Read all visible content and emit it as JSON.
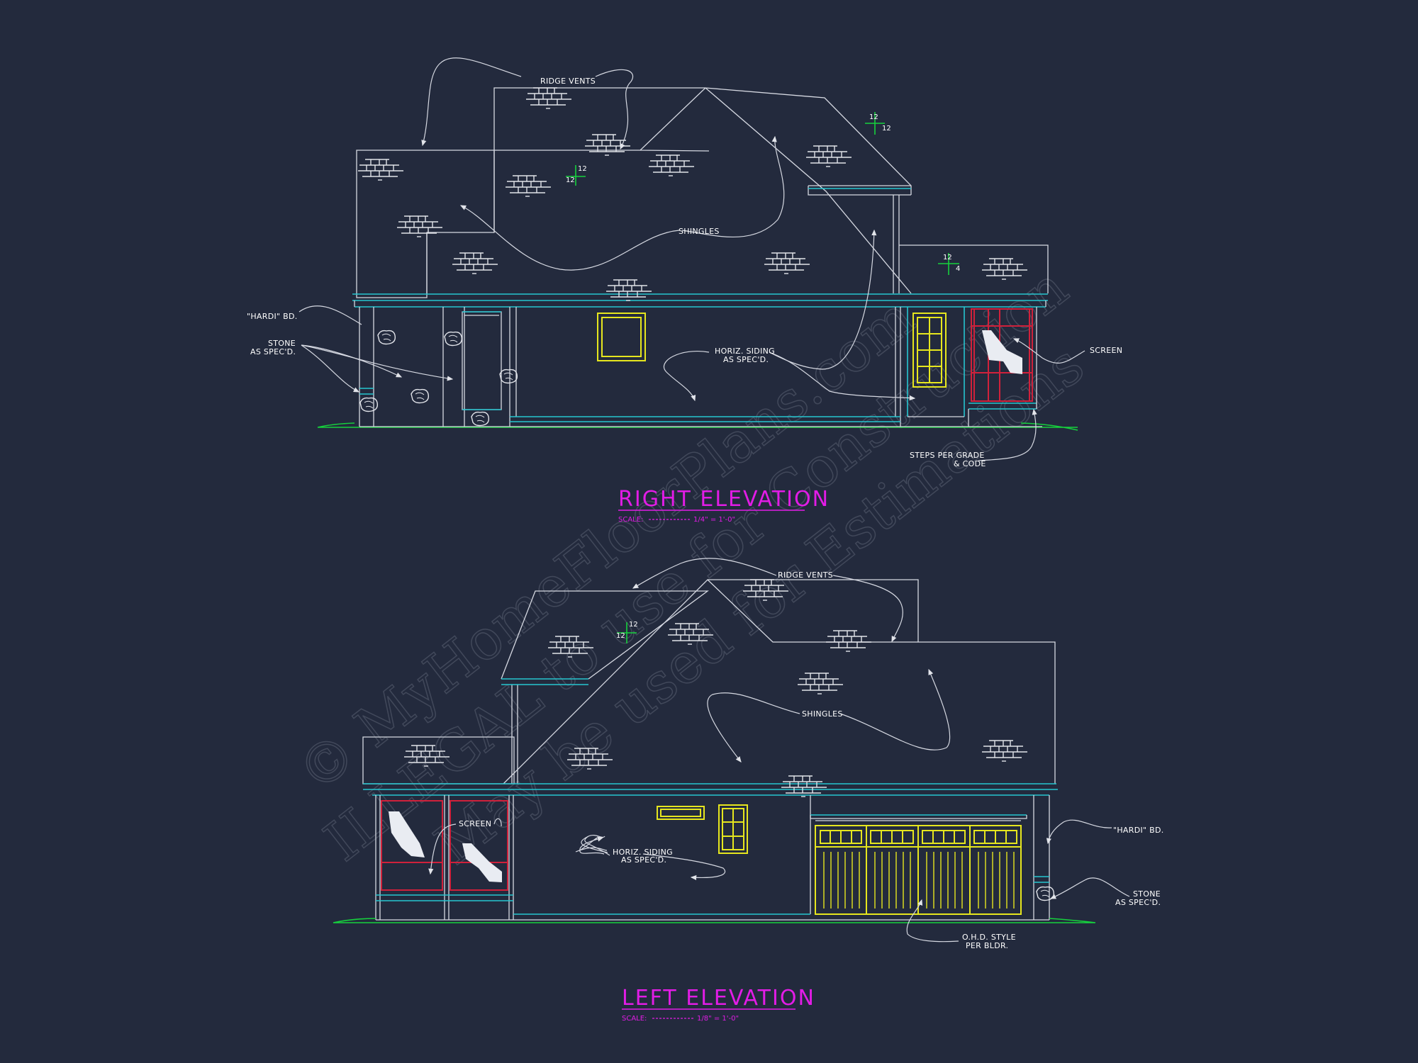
{
  "colors": {
    "background": "#232a3d",
    "line": "#d6d9e2",
    "trim": "#26c6d0",
    "window": "#e6e61e",
    "screen_frame": "#d0213b",
    "title": "#e21ce6",
    "pitch_mark": "#16d13d",
    "ground": "#16d13d",
    "watermark": "#5b6273"
  },
  "watermark": {
    "line1": "© MyHomeFloorPlans.com",
    "line2": "ILLEGAL to use for Construction",
    "line3": "May be used for Estimations"
  },
  "right_elevation": {
    "title": "RIGHT ELEVATION",
    "scale_label": "SCALE:",
    "scale_value": "1/4\" = 1'-0\"",
    "pitch_a_rise": "12",
    "pitch_a_run": "12",
    "pitch_b_rise": "12",
    "pitch_b_run": "12",
    "pitch_c_rise": "12",
    "pitch_c_run": "4",
    "labels": {
      "ridge_vents": "RIDGE VENTS",
      "shingles": "SHINGLES",
      "hardi_bd": "\"HARDI\" BD.",
      "stone_1": "STONE",
      "stone_2": "AS SPEC'D.",
      "horiz_siding_1": "HORIZ. SIDING",
      "horiz_siding_2": "AS SPEC'D.",
      "screen": "SCREEN",
      "steps_1": "STEPS PER GRADE",
      "steps_2": "& CODE"
    }
  },
  "left_elevation": {
    "title": "LEFT ELEVATION",
    "scale_label": "SCALE:",
    "scale_value": "1/8\" = 1'-0\"",
    "pitch_rise": "12",
    "pitch_run": "12",
    "labels": {
      "ridge_vents": "RIDGE VENTS",
      "shingles": "SHINGLES",
      "screen": "SCREEN",
      "horiz_siding_1": "HORIZ. SIDING",
      "horiz_siding_2": "AS SPEC'D.",
      "hardi_bd": "\"HARDI\" BD.",
      "stone_1": "STONE",
      "stone_2": "AS SPEC'D.",
      "ohd_1": "O.H.D. STYLE",
      "ohd_2": "PER BLDR."
    }
  }
}
